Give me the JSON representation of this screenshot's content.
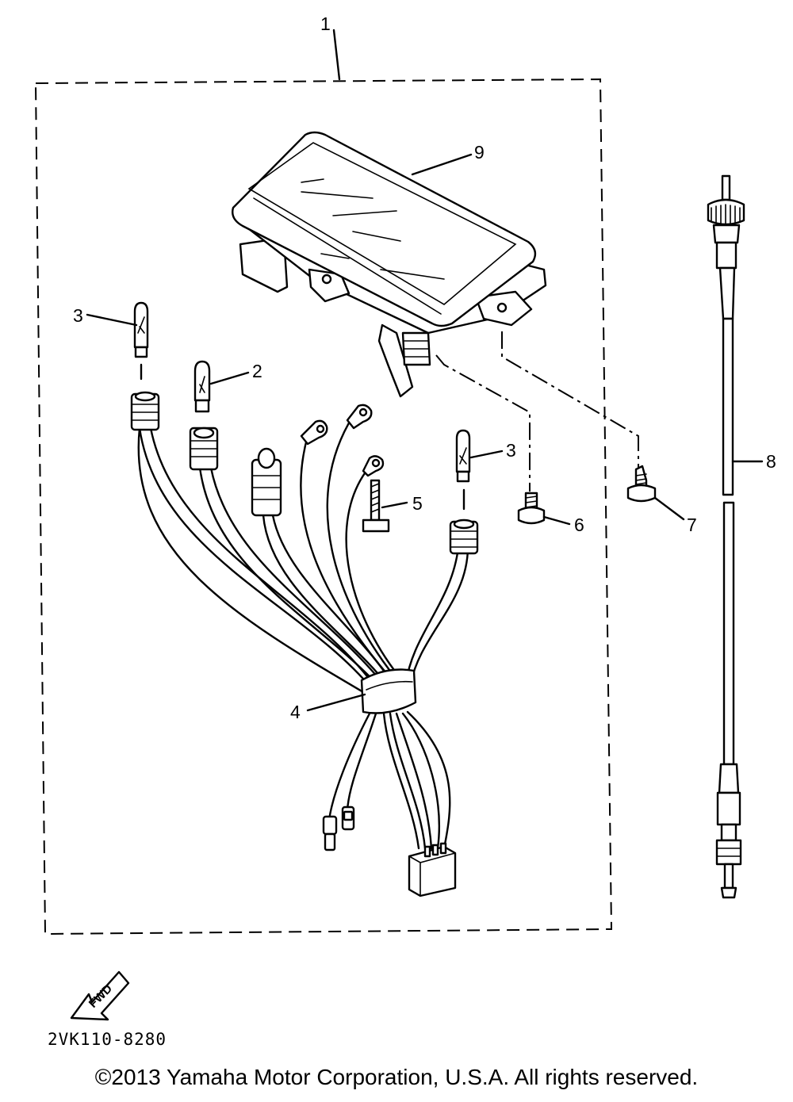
{
  "callouts": {
    "c1": "1",
    "c2": "2",
    "c3a": "3",
    "c3b": "3",
    "c4": "4",
    "c5": "5",
    "c6": "6",
    "c7": "7",
    "c8": "8",
    "c9": "9"
  },
  "fwd_label": "FWD",
  "drawing_code": "2VK110-8280",
  "copyright": "©2013 Yamaha Motor Corporation, U.S.A. All rights reserved."
}
